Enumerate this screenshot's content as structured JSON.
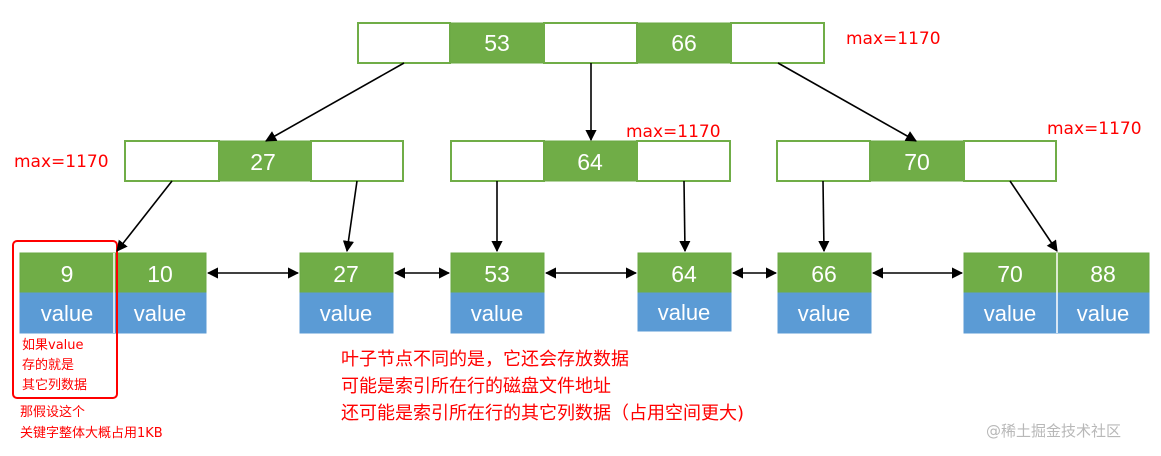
{
  "root": {
    "keys": [
      "53",
      "66"
    ],
    "max_label": "max=1170"
  },
  "internal": [
    {
      "key": "27",
      "max_label": "max=1170"
    },
    {
      "key": "64",
      "max_label": "max=1170"
    },
    {
      "key": "70",
      "max_label": "max=1170"
    }
  ],
  "leaves": [
    {
      "keys": [
        "9",
        "10"
      ],
      "values": [
        "value",
        "value"
      ]
    },
    {
      "keys": [
        "27"
      ],
      "values": [
        "value"
      ]
    },
    {
      "keys": [
        "53"
      ],
      "values": [
        "value"
      ]
    },
    {
      "keys": [
        "64"
      ],
      "values": [
        "value"
      ]
    },
    {
      "keys": [
        "66"
      ],
      "values": [
        "value"
      ]
    },
    {
      "keys": [
        "70",
        "88"
      ],
      "values": [
        "value",
        "value"
      ]
    }
  ],
  "notes": {
    "leaf_note": [
      "如果value",
      "存的就是",
      "其它列数据"
    ],
    "size_note": [
      "那假设这个",
      "关键字整体大概占用1KB"
    ],
    "main_note": [
      "叶子节点不同的是，它还会存放数据",
      "可能是索引所在行的磁盘文件地址",
      "还可能是索引所在行的其它列数据（占用空间更大)"
    ]
  },
  "watermark": "@稀土掘金技术社区",
  "colors": {
    "key_cell": "#70ad47",
    "value_cell": "#5b9bd5",
    "annotation": "#ff0000"
  }
}
